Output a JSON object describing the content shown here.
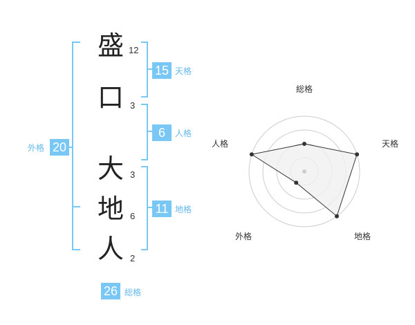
{
  "name": {
    "chars": [
      {
        "char": "盛",
        "strokes": "12"
      },
      {
        "char": "口",
        "strokes": "3"
      },
      {
        "char": "大",
        "strokes": "3"
      },
      {
        "char": "地",
        "strokes": "6"
      },
      {
        "char": "人",
        "strokes": "2"
      }
    ]
  },
  "kakusu": {
    "tenkaku": {
      "value": "15",
      "label": "天格"
    },
    "jinkaku": {
      "value": "6",
      "label": "人格"
    },
    "chikaku": {
      "value": "11",
      "label": "地格"
    },
    "gaikaku": {
      "value": "20",
      "label": "外格"
    },
    "soukaku": {
      "value": "26",
      "label": "総格"
    }
  },
  "chart_data": {
    "type": "radar",
    "axes": [
      "総格",
      "天格",
      "地格",
      "外格",
      "人格"
    ],
    "rings": 4,
    "values": [
      0.5,
      1.0,
      1.0,
      0.25,
      1.0
    ],
    "fill_color": "#f0f0f0",
    "line_color": "#333333",
    "ring_color": "#cccccc",
    "center_color": "#cccccc"
  }
}
